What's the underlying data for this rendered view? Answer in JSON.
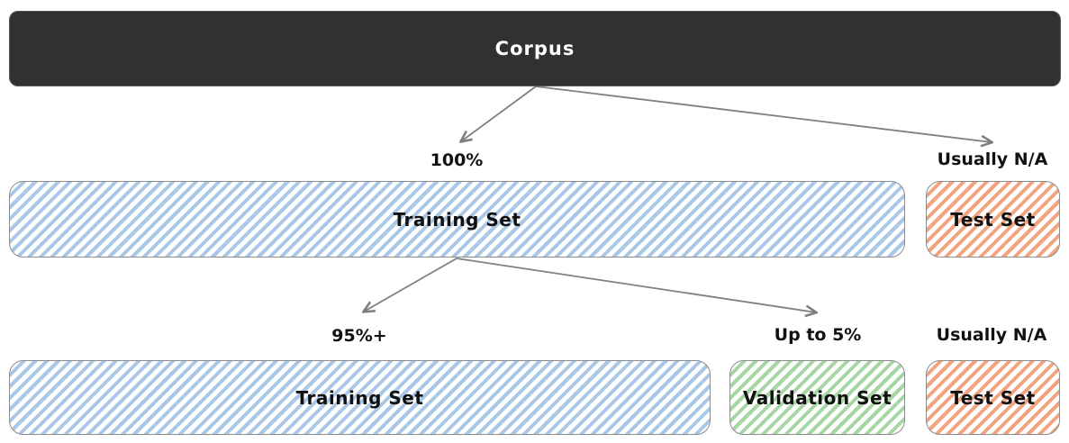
{
  "root": {
    "label": "Corpus"
  },
  "level1": {
    "training": {
      "label": "Training Set",
      "share": "100%"
    },
    "test": {
      "label": "Test Set",
      "share": "Usually N/A"
    }
  },
  "level2": {
    "training": {
      "label": "Training Set",
      "share": "95%+"
    },
    "validation": {
      "label": "Validation Set",
      "share": "Up to 5%"
    },
    "test": {
      "label": "Test Set",
      "share": "Usually N/A"
    }
  },
  "colors": {
    "root_bg": "#313131",
    "root_text": "#ffffff",
    "training_stripe": "#a9c7e7",
    "validation_stripe": "#a6d7a3",
    "test_stripe": "#f2a380",
    "box_border": "#8c8c8c",
    "arrow": "#7f7f7f",
    "label_text": "#111111"
  }
}
